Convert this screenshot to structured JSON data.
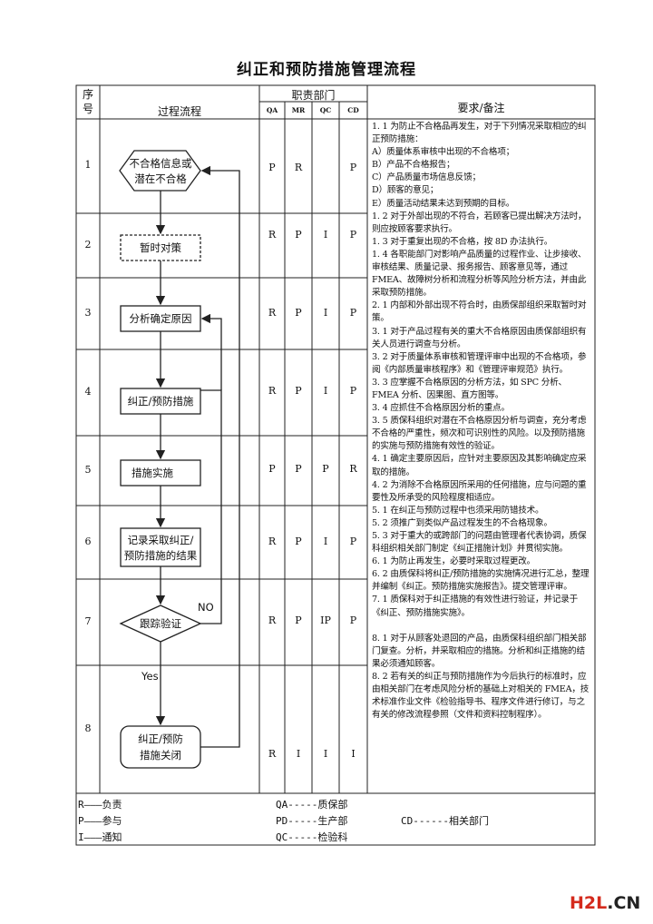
{
  "title": "纠正和预防措施管理流程",
  "header": {
    "seq": "序号",
    "seq_1": "序",
    "seq_2": "号",
    "process": "过程流程",
    "dept": "职责部门",
    "dept_cols": [
      "QA",
      "MR",
      "QC",
      "CD"
    ],
    "remarks": "要求/备注"
  },
  "rows": [
    {
      "num": "1",
      "vals": [
        "P",
        "R",
        "",
        "P"
      ]
    },
    {
      "num": "2",
      "vals": [
        "R",
        "P",
        "I",
        "P"
      ]
    },
    {
      "num": "3",
      "vals": [
        "R",
        "P",
        "I",
        "P"
      ]
    },
    {
      "num": "4",
      "vals": [
        "R",
        "P",
        "I",
        "P"
      ]
    },
    {
      "num": "5",
      "vals": [
        "P",
        "P",
        "P",
        "R"
      ]
    },
    {
      "num": "6",
      "vals": [
        "R",
        "P",
        "I",
        "P"
      ]
    },
    {
      "num": "7",
      "vals": [
        "R",
        "P",
        "IP",
        "P"
      ]
    },
    {
      "num": "8",
      "vals": [
        "R",
        "I",
        "I",
        "I"
      ]
    }
  ],
  "flow": {
    "start_line1": "不合格信息或",
    "start_line2": "潜在不合格",
    "temp": "暂时对策",
    "analyze": "分析确定原因",
    "action": "纠正/预防措施",
    "implement": "措施实施",
    "record_line1": "记录采取纠正/",
    "record_line2": "预防措施的结果",
    "verify": "跟踪验证",
    "no": "NO",
    "yes": "Yes",
    "close_line1": "纠正/预防",
    "close_line2": "措施关闭"
  },
  "notes": [
    "1. 1 为防止不合格品再发生，对于下列情况采取相应的纠正预防措施：",
    "A）质量体系审核中出现的不合格项；",
    "B）产品不合格报告；",
    "C）产品质量市场信息反馈；",
    "D）顾客的意见；",
    "E）质量活动结果未达到预期的目标。",
    "1. 2 对于外部出现的不符合，若顾客已提出解决方法时，则应按顾客要求执行。",
    "1. 3 对于重复出现的不合格，按 8D 办法执行。",
    "1. 4 各职能部门对影响产品质量的过程作业、让步接收、审核结果、质量记录、报务报告、顾客意见等，通过 FMEA、故障树分析和流程分析等风险分析方法，并由此采取预防措施。",
    "2. 1 内部和外部出现不符合时，由质保部组织采取暂时对策。",
    "3. 1 对于产品过程有关的重大不合格原因由质保部组织有关人员进行调查与分析。",
    "3. 2 对于质量体系审核和管理评审中出现的不合格项，参阅《内部质量审核程序》和《管理评审规范》执行。",
    "3. 3 应掌握不合格原因的分析方法，如 SPC 分析、FMEA 分析、因果图、直方图等。",
    "3. 4 应抓住不合格原因分析的重点。",
    "3. 5 质保科组织对潜在不合格原因分析与调查，充分考虑不合格的严重性，频次和可识别性的风险。以及预防措施的实施与预防措施有效性的验证。",
    "4. 1 确定主要原因后，应针对主要原因及其影响确定应采取的措施。",
    "4. 2 为消除不合格原因所采用的任何措施，应与问题的重要性及所承受的风险程度相适应。",
    "5. 1 在纠正与预防过程中也须采用防错技术。",
    "5. 2 须推广到类似产品过程发生的不合格现象。",
    "5. 3 对于重大的或跨部门的问题由管理者代表协调，质保科组织相关部门制定《纠正措施计划》并贯彻实施。",
    "6. 1 为防止再发生，必要时采取过程更改。",
    "6. 2 由质保科将纠正/预防措施的实施情况进行汇总，整理并编制《纠正。预防措施实施报告》。提交管理评审。",
    "7. 1 质保科对于纠正措施的有效性进行验证，并记录于《纠正、预防措施实施》。",
    "",
    "8. 1 对于从顾客处退回的产品，由质保科组织部门相关部门复查。分析，并采取相应的措施。分析和纠正措施的结果必须通知顾客。",
    "8. 2 若有关的纠正与预防措施作为今后执行的标准时，应由相关部门在考虑风险分析的基础上对相关的 FMEA，技术标准作业文件《检验指导书、程序文件进行修订，与之有关的修改流程参照（文件和资料控制程序）。"
  ],
  "legend": {
    "r": "R———负责",
    "p": "P———参与",
    "i": "I———通知",
    "qa": "QA-----质保部",
    "pd": "PD-----生产部",
    "qc": "QC-----检验科",
    "cd": "CD------相关部门"
  },
  "watermark": {
    "h": "H",
    "two": "2",
    "l": "L",
    "dot_cn": ".CN"
  },
  "colors": {
    "line": "#222222",
    "wm_red": "#d42a1c",
    "wm_dark": "#222222"
  }
}
